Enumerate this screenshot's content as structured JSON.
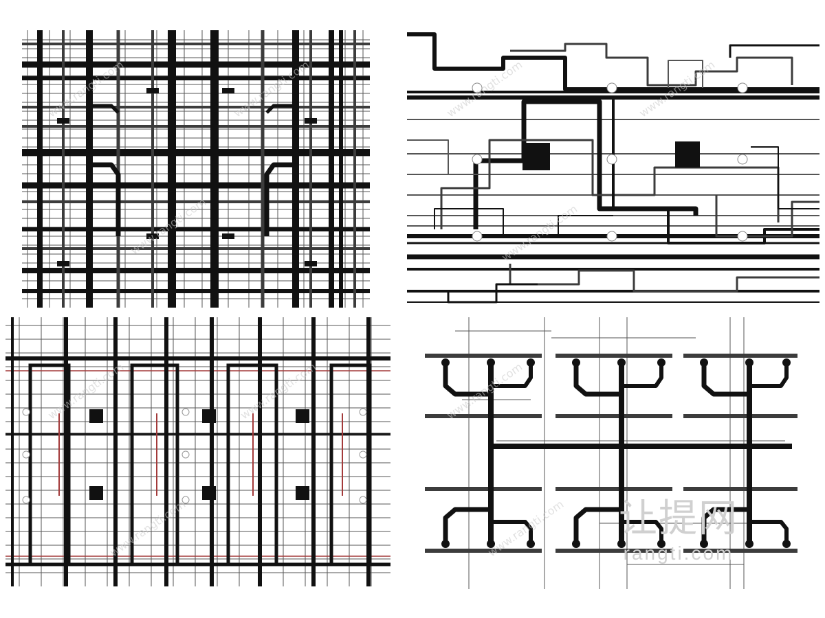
{
  "watermark": {
    "brand_cn": "让提网",
    "brand_url": "www.rangti.com",
    "brand_domain": "rangti.com",
    "color": "#c8c8c8"
  },
  "colors": {
    "pipe": "#111111",
    "pipe_gray": "#3c3c3c",
    "thin_line": "#555555",
    "accent_red": "#a33a3a",
    "background": "#ffffff"
  },
  "panels": [
    {
      "name": "pipe-grid-drawing",
      "icon": "pipe-grid-icon"
    },
    {
      "name": "pipe-route-drawing",
      "icon": "pipe-route-icon"
    },
    {
      "name": "pipe-frame-drawing",
      "icon": "pipe-frame-icon"
    },
    {
      "name": "pipe-manifold-drawing",
      "icon": "pipe-manifold-icon"
    }
  ]
}
